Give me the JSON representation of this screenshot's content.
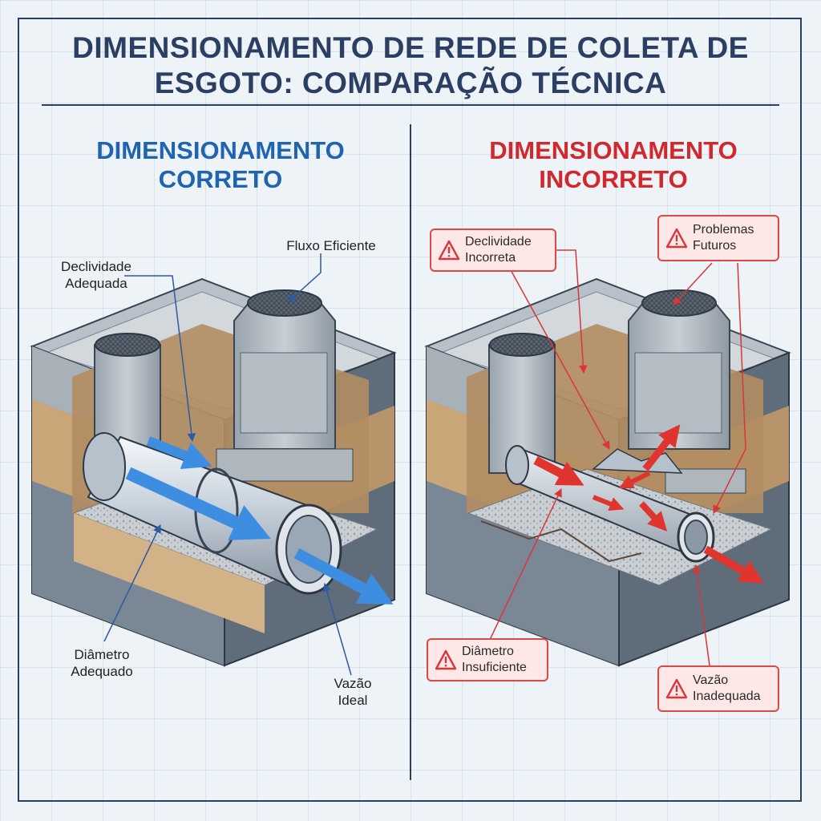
{
  "title": {
    "line1": "DIMENSIONAMENTO DE REDE DE COLETA DE",
    "line2": "ESGOTO: COMPARAÇÃO TÉCNICA"
  },
  "left_panel": {
    "heading_line1": "DIMENSIONAMENTO",
    "heading_line2": "CORRETO",
    "labels": {
      "slope_line1": "Declividade",
      "slope_line2": "Adequada",
      "flow_line1": "Fluxo Eficiente",
      "diameter_line1": "Diâmetro",
      "diameter_line2": "Adequado",
      "discharge_line1": "Vazão",
      "discharge_line2": "Ideal"
    }
  },
  "right_panel": {
    "heading_line1": "DIMENSIONAMENTO",
    "heading_line2": "INCORRETO",
    "warnings": {
      "slope_line1": "Declividade",
      "slope_line2": "Incorreta",
      "future_line1": "Problemas",
      "future_line2": "Futuros",
      "diameter_line1": "Diâmetro",
      "diameter_line2": "Insuficiente",
      "discharge_line1": "Vazão",
      "discharge_line2": "Inadequada"
    }
  },
  "colors": {
    "navy": "#2b3f63",
    "correct_blue": "#1f64b0",
    "incorrect_red": "#d1282e",
    "warning_fill": "#fde7e7"
  },
  "icons": [
    "warning-triangle-icon",
    "manhole-cover-icon",
    "flow-arrow-icon"
  ]
}
